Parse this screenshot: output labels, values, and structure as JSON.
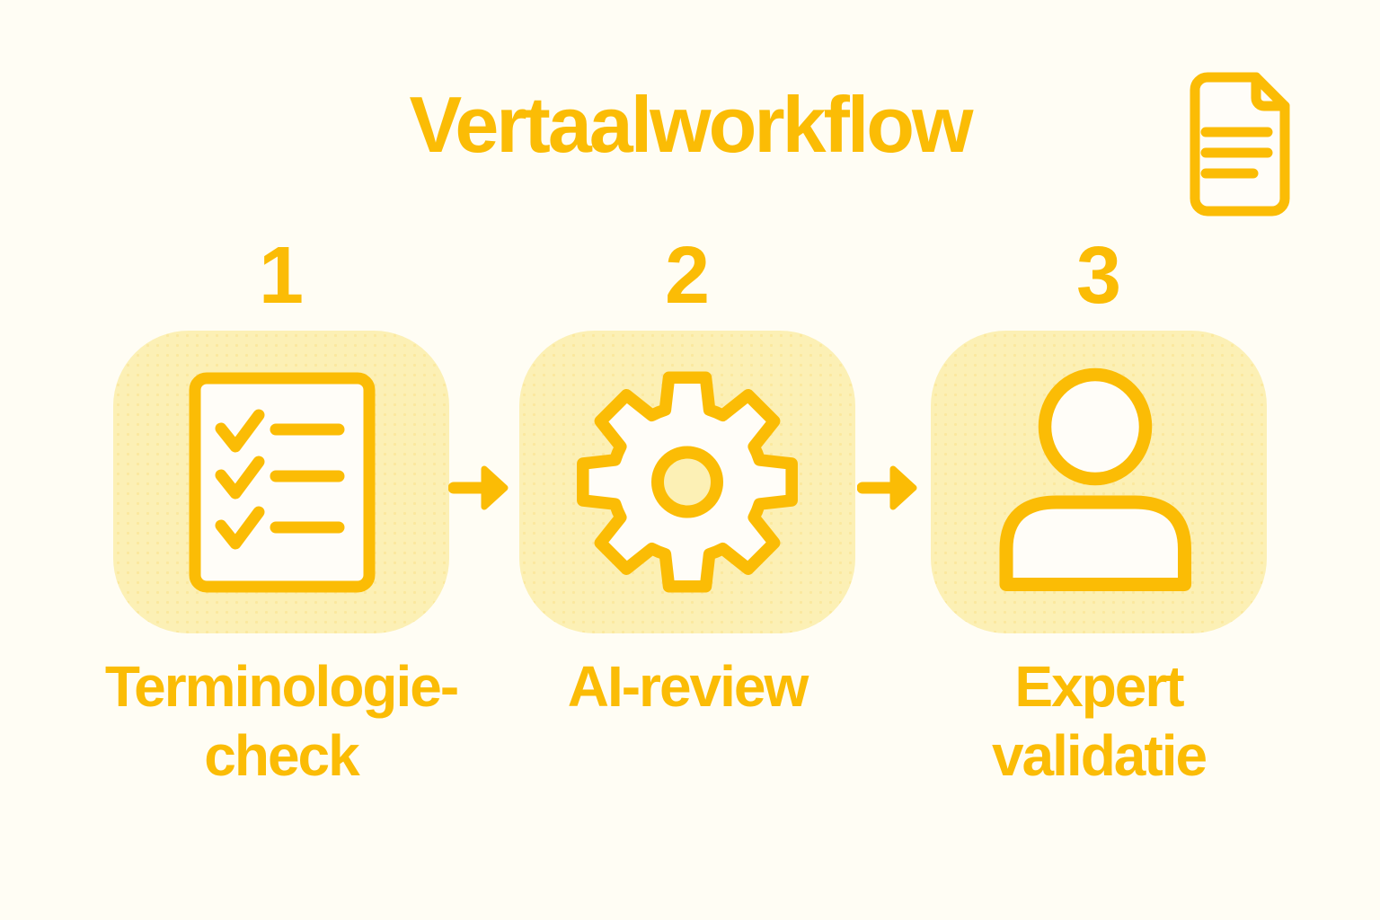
{
  "title": "Vertaalworkflow",
  "corner_icon": "document-icon",
  "steps": [
    {
      "number": "1",
      "label": "Terminologie-\ncheck",
      "icon": "checklist-icon"
    },
    {
      "number": "2",
      "label": "AI-review",
      "icon": "gear-icon"
    },
    {
      "number": "3",
      "label": "Expert\nvalidatie",
      "icon": "person-icon"
    }
  ],
  "connectors": [
    {
      "icon": "arrow-right-icon"
    },
    {
      "icon": "arrow-right-icon"
    }
  ],
  "colors": {
    "accent": "#FBBC05",
    "card_fill": "#FCF0B5",
    "background": "#FFFDF4",
    "icon_fill": "#FFFDF8"
  }
}
